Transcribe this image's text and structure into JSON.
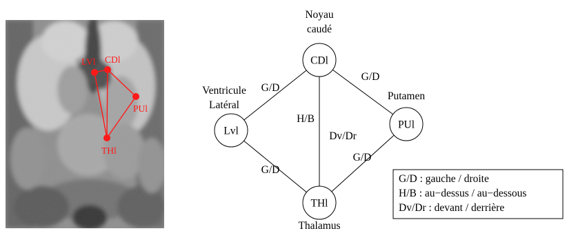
{
  "mri": {
    "points": [
      {
        "id": "lvi",
        "label": "LVl"
      },
      {
        "id": "cdl",
        "label": "CDl"
      },
      {
        "id": "pul",
        "label": "PUl"
      },
      {
        "id": "thl",
        "label": "THl"
      }
    ]
  },
  "graph": {
    "nodes": [
      {
        "id": "cdl",
        "label": "CDl",
        "caption": [
          "Noyau",
          "caudé"
        ]
      },
      {
        "id": "lvl",
        "label": "Lvl",
        "caption": [
          "Ventricule",
          "Latéral"
        ]
      },
      {
        "id": "pul",
        "label": "PUl",
        "caption": [
          "Putamen"
        ]
      },
      {
        "id": "thl",
        "label": "THl",
        "caption": [
          "Thalamus"
        ]
      }
    ],
    "edges": [
      {
        "from": "lvl",
        "to": "cdl",
        "label": "G/D"
      },
      {
        "from": "cdl",
        "to": "pul",
        "label": "G/D"
      },
      {
        "from": "cdl",
        "to": "thl",
        "label": "H/B"
      },
      {
        "from": "cdl",
        "to": "thl",
        "label": "Dv/Dr"
      },
      {
        "from": "lvl",
        "to": "thl",
        "label": "G/D"
      },
      {
        "from": "pul",
        "to": "thl",
        "label": "G/D"
      }
    ]
  },
  "legend": {
    "lines": [
      "G/D : gauche / droite",
      "H/B : au−dessus / au−dessous",
      "Dv/Dr : devant / derrière"
    ]
  }
}
